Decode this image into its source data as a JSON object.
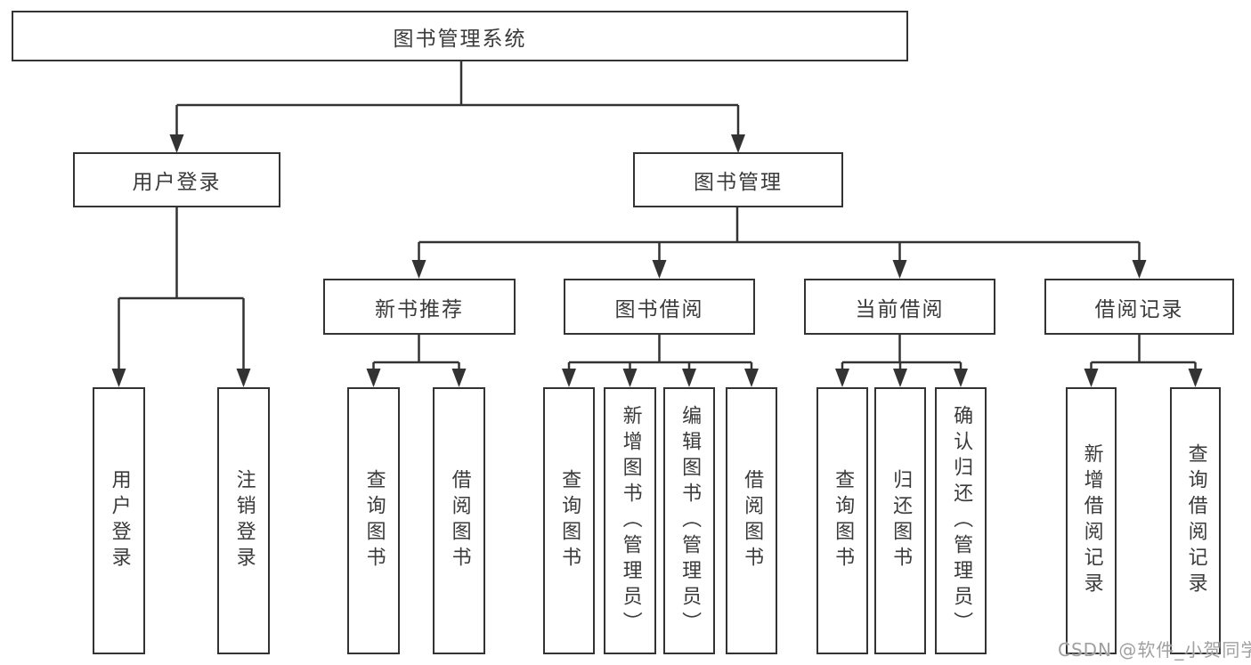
{
  "diagram": {
    "root": {
      "label": "图书管理系统"
    },
    "level1": [
      {
        "label": "用户登录"
      },
      {
        "label": "图书管理"
      }
    ],
    "level2": [
      {
        "label": "新书推荐"
      },
      {
        "label": "图书借阅"
      },
      {
        "label": "当前借阅"
      },
      {
        "label": "借阅记录"
      }
    ],
    "leaves": {
      "user_login": [
        "用户登录",
        "注销登录"
      ],
      "new_books": [
        "查询图书",
        "借阅图书"
      ],
      "book_borrow": [
        "查询图书",
        "新增图书（管理员）",
        "编辑图书（管理员）",
        "借阅图书"
      ],
      "current_borrow": [
        "查询图书",
        "归还图书",
        "确认归还（管理员）"
      ],
      "borrow_records": [
        "新增借阅记录",
        "查询借阅记录"
      ]
    }
  },
  "watermark": {
    "text": "CSDN @软件_小贺同学"
  },
  "colors": {
    "line": "#333333",
    "text": "#3b3b3b",
    "background": "#ffffff",
    "watermark": "#a0a0a0"
  }
}
